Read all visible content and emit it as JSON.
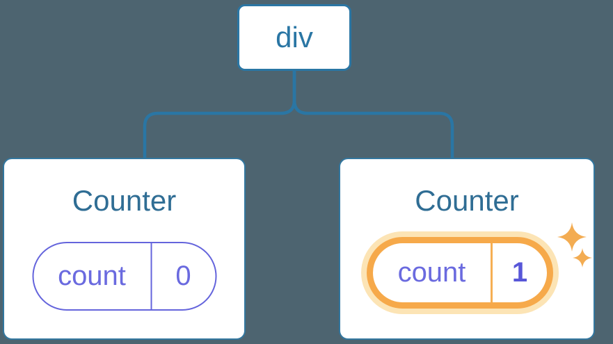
{
  "diagram": {
    "kind": "react-component-tree",
    "root": {
      "label": "div"
    },
    "counters": [
      {
        "title": "Counter",
        "state_key": "count",
        "state_value": "0",
        "highlighted": false
      },
      {
        "title": "Counter",
        "state_key": "count",
        "state_value": "1",
        "highlighted": true
      }
    ]
  },
  "icons": {
    "sparkle": "four-point-star"
  },
  "colors": {
    "background": "#4D6470",
    "connector_blue": "#2A76A4",
    "node_border_blue": "#2A76A4",
    "card_border_blue": "#33779F",
    "title_blue": "#2F6D94",
    "pill_purple": "#6464DC",
    "pill_text_purple": "#6A6ADF",
    "value_bold_purple": "#5857D8",
    "highlight_orange": "#F6A94A",
    "highlight_glow": "#FCE4B5",
    "sparkle_orange": "#F3AC52",
    "card_background": "#FFFFFF"
  }
}
